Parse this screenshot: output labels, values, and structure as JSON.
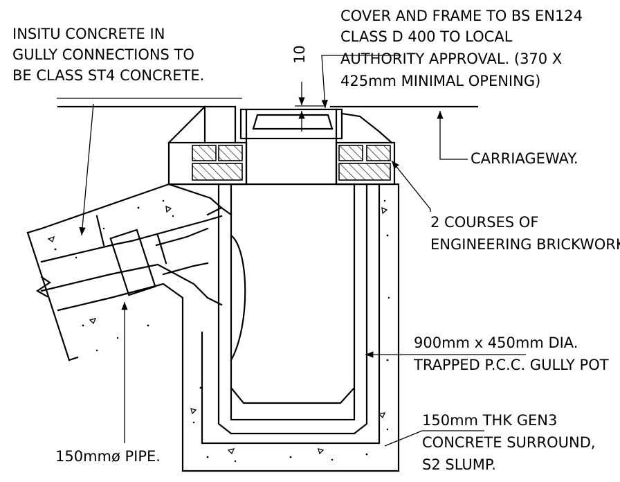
{
  "notes": {
    "insitu": [
      "INSITU CONCRETE IN",
      "GULLY CONNECTIONS TO",
      "BE CLASS ST4 CONCRETE."
    ],
    "cover": [
      "COVER AND FRAME TO BS EN124",
      "CLASS D 400 TO LOCAL",
      "AUTHORITY APPROVAL. (370 X",
      "425mm MINIMAL OPENING)"
    ],
    "carriageway": "CARRIAGEWAY.",
    "brickwork": [
      "2 COURSES OF",
      "ENGINEERING BRICKWORK"
    ],
    "gully": [
      "900mm x 450mm DIA.",
      "TRAPPED P.C.C. GULLY POT"
    ],
    "surround": [
      "150mm THK GEN3",
      "CONCRETE SURROUND,",
      "S2 SLUMP."
    ],
    "pipe": "150mmø PIPE."
  },
  "dimension": "10"
}
